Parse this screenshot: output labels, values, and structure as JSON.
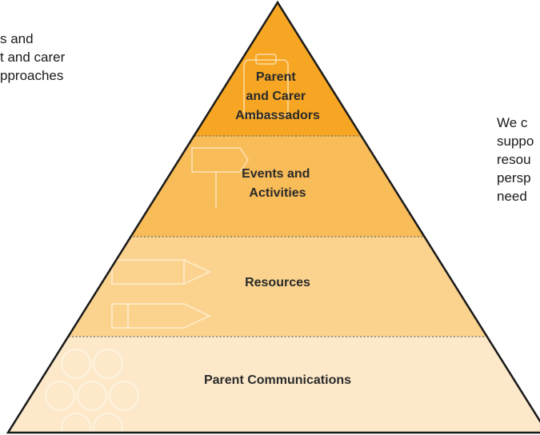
{
  "left_text": [
    "s and",
    "t and carer",
    "pproaches"
  ],
  "right_text": [
    "We c",
    "suppo",
    "resou",
    "persp",
    "need"
  ],
  "tiers": [
    {
      "lines": [
        "Parent",
        "and Carer",
        "Ambassadors"
      ],
      "color": "#f6a623"
    },
    {
      "lines": [
        "Events and",
        "Activities"
      ],
      "color": "#f8bc58"
    },
    {
      "lines": [
        "Resources"
      ],
      "color": "#fbd38e"
    },
    {
      "lines": [
        "Parent Communications"
      ],
      "color": "#fde9c9"
    }
  ],
  "colors": {
    "outline": "#1a1a1a",
    "divider": "#6b6b6b",
    "watermark": "#ffffff"
  }
}
